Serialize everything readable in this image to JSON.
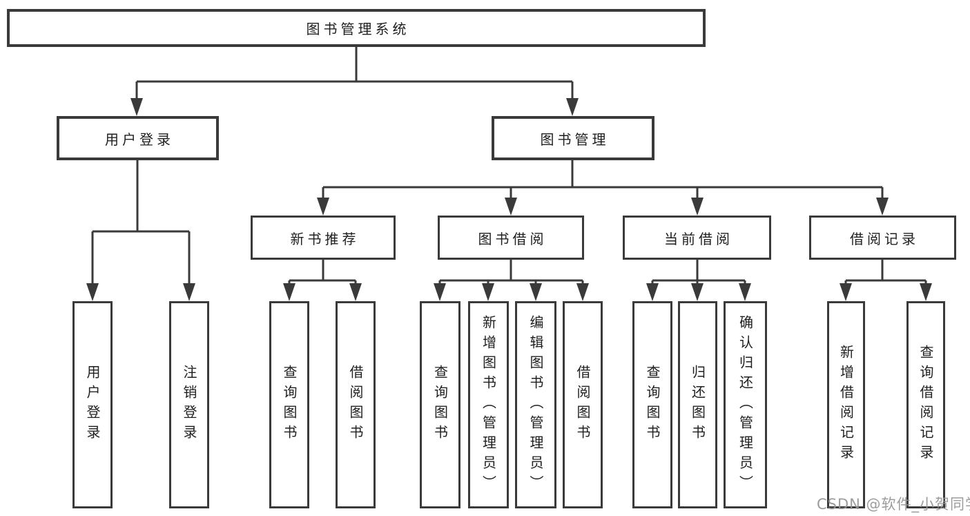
{
  "tree": {
    "label": "图书管理系统",
    "children": [
      {
        "label": "用户登录",
        "children": [
          {
            "label": "用户登录"
          },
          {
            "label": "注销登录"
          }
        ]
      },
      {
        "label": "图书管理",
        "children": [
          {
            "label": "新书推荐",
            "children": [
              {
                "label": "查询图书"
              },
              {
                "label": "借阅图书"
              }
            ]
          },
          {
            "label": "图书借阅",
            "children": [
              {
                "label": "查询图书"
              },
              {
                "label": "新增图书（管理员）"
              },
              {
                "label": "编辑图书（管理员）"
              },
              {
                "label": "借阅图书"
              }
            ]
          },
          {
            "label": "当前借阅",
            "children": [
              {
                "label": "查询图书"
              },
              {
                "label": "归还图书"
              },
              {
                "label": "确认归还（管理员）"
              }
            ]
          },
          {
            "label": "借阅记录",
            "children": [
              {
                "label": "新增借阅记录"
              },
              {
                "label": "查询借阅记录"
              }
            ]
          }
        ]
      }
    ]
  },
  "watermark": {
    "text": "CSDN @软件_小贺同学"
  },
  "colors": {
    "line": "#3a3a3a",
    "box_border": "#3a3a3a",
    "text": "#1f1f1f",
    "watermark": "#949494",
    "background": "#ffffff"
  }
}
